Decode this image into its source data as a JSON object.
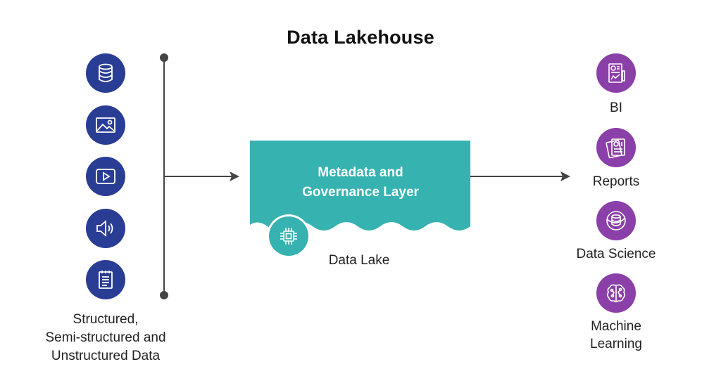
{
  "title": "Data Lakehouse",
  "colors": {
    "source_circle": "#2a3d94",
    "output_circle": "#8b3fa8",
    "lake_fill": "#36b2b0",
    "line": "#444444"
  },
  "sources": {
    "icons": [
      "database-icon",
      "image-icon",
      "video-icon",
      "audio-icon",
      "document-icon"
    ],
    "caption_lines": [
      "Structured,",
      "Semi-structured and",
      "Unstructured Data"
    ]
  },
  "lake": {
    "title_lines": [
      "Metadata and",
      "Governance Layer"
    ],
    "icon": "chip-icon",
    "label": "Data Lake"
  },
  "outputs": [
    {
      "label": "BI",
      "icon": "dashboard-icon"
    },
    {
      "label": "Reports",
      "icon": "reports-icon"
    },
    {
      "label": "Data Science",
      "icon": "data-science-icon"
    },
    {
      "label_lines": [
        "Machine",
        "Learning"
      ],
      "icon": "brain-icon"
    }
  ]
}
